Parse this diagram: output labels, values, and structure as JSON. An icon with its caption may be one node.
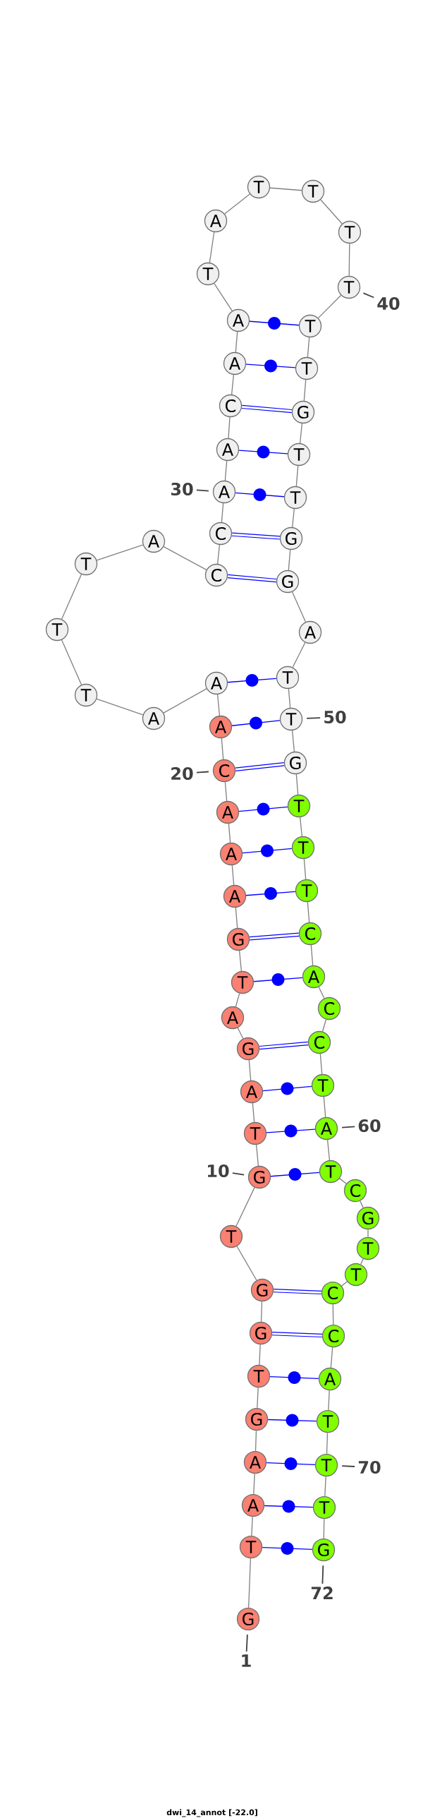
{
  "diagram": {
    "caption": "dwi_14_annot [-22.0]",
    "nodes": [
      {
        "text": [
          "G"
        ]
      },
      {
        "text": [
          "T"
        ]
      },
      {
        "text": [
          "A"
        ]
      },
      {
        "text": [
          "A"
        ]
      },
      {
        "text": [
          "G"
        ]
      },
      {
        "text": [
          "T"
        ]
      },
      {
        "text": [
          "G"
        ]
      },
      {
        "text": [
          "G"
        ]
      },
      {
        "text": [
          "T"
        ]
      },
      {
        "text": [
          "G"
        ]
      },
      {
        "text": [
          "T"
        ]
      },
      {
        "text": [
          "A"
        ]
      },
      {
        "text": [
          "G"
        ]
      },
      {
        "text": [
          "A"
        ]
      },
      {
        "text": [
          "T"
        ]
      },
      {
        "text": [
          "G"
        ]
      },
      {
        "text": [
          "A"
        ]
      },
      {
        "text": [
          "A"
        ]
      },
      {
        "text": [
          "A"
        ]
      },
      {
        "text": [
          "C"
        ]
      },
      {
        "text": [
          "A"
        ]
      },
      {
        "text": [
          "A"
        ]
      },
      {
        "text": [
          "A"
        ]
      },
      {
        "text": [
          "T"
        ]
      },
      {
        "text": [
          "T"
        ]
      },
      {
        "text": [
          "T"
        ]
      },
      {
        "text": [
          "A"
        ]
      },
      {
        "text": [
          "C"
        ]
      },
      {
        "text": [
          "C"
        ]
      },
      {
        "text": [
          "A"
        ]
      },
      {
        "text": [
          "A"
        ]
      },
      {
        "text": [
          "C"
        ]
      },
      {
        "text": [
          "A"
        ]
      },
      {
        "text": [
          "A"
        ]
      },
      {
        "text": [
          "T"
        ]
      },
      {
        "text": [
          "A"
        ]
      },
      {
        "text": [
          "T"
        ]
      },
      {
        "text": [
          "T"
        ]
      },
      {
        "text": [
          "T"
        ]
      },
      {
        "text": [
          "T"
        ]
      },
      {
        "text": [
          "T"
        ]
      },
      {
        "text": [
          "T"
        ]
      },
      {
        "text": [
          "G"
        ]
      },
      {
        "text": [
          "T"
        ]
      },
      {
        "text": [
          "T"
        ]
      },
      {
        "text": [
          "G"
        ]
      },
      {
        "text": [
          "G"
        ]
      },
      {
        "text": [
          "A"
        ]
      },
      {
        "text": [
          "T"
        ]
      },
      {
        "text": [
          "T"
        ]
      },
      {
        "text": [
          "G"
        ]
      },
      {
        "text": [
          "T"
        ]
      },
      {
        "text": [
          "T"
        ]
      },
      {
        "text": [
          "T"
        ]
      },
      {
        "text": [
          "C"
        ]
      },
      {
        "text": [
          "A"
        ]
      },
      {
        "text": [
          "C"
        ]
      },
      {
        "text": [
          "C"
        ]
      },
      {
        "text": [
          "T"
        ]
      },
      {
        "text": [
          "A"
        ]
      },
      {
        "text": [
          "T"
        ]
      },
      {
        "text": [
          "C"
        ]
      },
      {
        "text": [
          "G"
        ]
      },
      {
        "text": [
          "T"
        ]
      },
      {
        "text": [
          "T"
        ]
      },
      {
        "text": [
          "C"
        ]
      },
      {
        "text": [
          "C"
        ]
      },
      {
        "text": [
          "A"
        ]
      },
      {
        "text": [
          "T"
        ]
      },
      {
        "text": [
          "T"
        ]
      },
      {
        "text": [
          "T"
        ]
      },
      {
        "text": [
          "G"
        ]
      },
      {
        "text": [
          "1"
        ]
      },
      {
        "text": [
          "10"
        ]
      },
      {
        "text": [
          "20"
        ]
      },
      {
        "text": [
          "30"
        ]
      },
      {
        "text": [
          "40"
        ]
      },
      {
        "text": [
          "50"
        ]
      },
      {
        "text": [
          "60"
        ]
      },
      {
        "text": [
          "70"
        ]
      },
      {
        "text": [
          "72"
        ]
      }
    ],
    "edges": [
      {
        "from": 0,
        "to": 1,
        "arrow": "none"
      },
      {
        "from": 1,
        "to": 2,
        "arrow": "none"
      },
      {
        "from": 2,
        "to": 3,
        "arrow": "none"
      },
      {
        "from": 3,
        "to": 4,
        "arrow": "none"
      },
      {
        "from": 4,
        "to": 5,
        "arrow": "none"
      },
      {
        "from": 5,
        "to": 6,
        "arrow": "none"
      },
      {
        "from": 6,
        "to": 7,
        "arrow": "none"
      },
      {
        "from": 7,
        "to": 8,
        "arrow": "none"
      },
      {
        "from": 8,
        "to": 9,
        "arrow": "none"
      },
      {
        "from": 9,
        "to": 10,
        "arrow": "none"
      },
      {
        "from": 10,
        "to": 11,
        "arrow": "none"
      },
      {
        "from": 11,
        "to": 12,
        "arrow": "none"
      },
      {
        "from": 12,
        "to": 13,
        "arrow": "none"
      },
      {
        "from": 13,
        "to": 14,
        "arrow": "none"
      },
      {
        "from": 14,
        "to": 15,
        "arrow": "none"
      },
      {
        "from": 15,
        "to": 16,
        "arrow": "none"
      },
      {
        "from": 16,
        "to": 17,
        "arrow": "none"
      },
      {
        "from": 17,
        "to": 18,
        "arrow": "none"
      },
      {
        "from": 18,
        "to": 19,
        "arrow": "none"
      },
      {
        "from": 19,
        "to": 20,
        "arrow": "none"
      },
      {
        "from": 20,
        "to": 21,
        "arrow": "none"
      },
      {
        "from": 21,
        "to": 22,
        "arrow": "none"
      },
      {
        "from": 22,
        "to": 23,
        "arrow": "none"
      },
      {
        "from": 23,
        "to": 24,
        "arrow": "none"
      },
      {
        "from": 24,
        "to": 25,
        "arrow": "none"
      },
      {
        "from": 25,
        "to": 26,
        "arrow": "none"
      },
      {
        "from": 26,
        "to": 27,
        "arrow": "none"
      },
      {
        "from": 27,
        "to": 28,
        "arrow": "none"
      },
      {
        "from": 28,
        "to": 29,
        "arrow": "none"
      },
      {
        "from": 29,
        "to": 30,
        "arrow": "none"
      },
      {
        "from": 30,
        "to": 31,
        "arrow": "none"
      },
      {
        "from": 31,
        "to": 32,
        "arrow": "none"
      },
      {
        "from": 32,
        "to": 33,
        "arrow": "none"
      },
      {
        "from": 33,
        "to": 34,
        "arrow": "none"
      },
      {
        "from": 34,
        "to": 35,
        "arrow": "none"
      },
      {
        "from": 35,
        "to": 36,
        "arrow": "none"
      },
      {
        "from": 36,
        "to": 37,
        "arrow": "none"
      },
      {
        "from": 37,
        "to": 38,
        "arrow": "none"
      },
      {
        "from": 38,
        "to": 39,
        "arrow": "none"
      },
      {
        "from": 39,
        "to": 40,
        "arrow": "none"
      },
      {
        "from": 40,
        "to": 41,
        "arrow": "none"
      },
      {
        "from": 41,
        "to": 42,
        "arrow": "none"
      },
      {
        "from": 42,
        "to": 43,
        "arrow": "none"
      },
      {
        "from": 43,
        "to": 44,
        "arrow": "none"
      },
      {
        "from": 44,
        "to": 45,
        "arrow": "none"
      },
      {
        "from": 45,
        "to": 46,
        "arrow": "none"
      },
      {
        "from": 46,
        "to": 47,
        "arrow": "none"
      },
      {
        "from": 47,
        "to": 48,
        "arrow": "none"
      },
      {
        "from": 48,
        "to": 49,
        "arrow": "none"
      },
      {
        "from": 49,
        "to": 50,
        "arrow": "none"
      },
      {
        "from": 50,
        "to": 51,
        "arrow": "none"
      },
      {
        "from": 51,
        "to": 52,
        "arrow": "none"
      },
      {
        "from": 52,
        "to": 53,
        "arrow": "none"
      },
      {
        "from": 53,
        "to": 54,
        "arrow": "none"
      },
      {
        "from": 54,
        "to": 55,
        "arrow": "none"
      },
      {
        "from": 55,
        "to": 56,
        "arrow": "none"
      },
      {
        "from": 56,
        "to": 57,
        "arrow": "none"
      },
      {
        "from": 57,
        "to": 58,
        "arrow": "none"
      },
      {
        "from": 58,
        "to": 59,
        "arrow": "none"
      },
      {
        "from": 59,
        "to": 60,
        "arrow": "none"
      },
      {
        "from": 60,
        "to": 61,
        "arrow": "none"
      },
      {
        "from": 61,
        "to": 62,
        "arrow": "none"
      },
      {
        "from": 62,
        "to": 63,
        "arrow": "none"
      },
      {
        "from": 63,
        "to": 64,
        "arrow": "none"
      },
      {
        "from": 64,
        "to": 65,
        "arrow": "none"
      },
      {
        "from": 65,
        "to": 66,
        "arrow": "none"
      },
      {
        "from": 66,
        "to": 67,
        "arrow": "none"
      },
      {
        "from": 67,
        "to": 68,
        "arrow": "none"
      },
      {
        "from": 68,
        "to": 69,
        "arrow": "none"
      },
      {
        "from": 69,
        "to": 70,
        "arrow": "none"
      },
      {
        "from": 70,
        "to": 71,
        "arrow": "none"
      },
      {
        "from": 1,
        "to": 71,
        "arrow": "none",
        "color": "#0000ff"
      },
      {
        "from": 2,
        "to": 70,
        "arrow": "none",
        "color": "#0000ff"
      },
      {
        "from": 3,
        "to": 69,
        "arrow": "none",
        "color": "#0000ff"
      },
      {
        "from": 4,
        "to": 68,
        "arrow": "none",
        "color": "#0000ff"
      },
      {
        "from": 5,
        "to": 67,
        "arrow": "none",
        "color": "#0000ff"
      },
      {
        "from": 6,
        "to": 66,
        "arrow": "none",
        "color": "#0000ff",
        "style": "thick"
      },
      {
        "from": 7,
        "to": 65,
        "arrow": "none",
        "color": "#0000ff",
        "style": "thick"
      },
      {
        "from": 9,
        "to": 60,
        "arrow": "none",
        "color": "#0000ff"
      },
      {
        "from": 10,
        "to": 59,
        "arrow": "none",
        "color": "#0000ff"
      },
      {
        "from": 11,
        "to": 58,
        "arrow": "none",
        "color": "#0000ff"
      },
      {
        "from": 12,
        "to": 57,
        "arrow": "none",
        "color": "#0000ff",
        "style": "thick"
      },
      {
        "from": 14,
        "to": 55,
        "arrow": "none",
        "color": "#0000ff"
      },
      {
        "from": 15,
        "to": 54,
        "arrow": "none",
        "color": "#0000ff",
        "style": "thick"
      },
      {
        "from": 16,
        "to": 53,
        "arrow": "none",
        "color": "#0000ff"
      },
      {
        "from": 17,
        "to": 52,
        "arrow": "none",
        "color": "#0000ff"
      },
      {
        "from": 18,
        "to": 51,
        "arrow": "none",
        "color": "#0000ff"
      },
      {
        "from": 19,
        "to": 50,
        "arrow": "none",
        "color": "#0000ff",
        "style": "thick"
      },
      {
        "from": 20,
        "to": 49,
        "arrow": "none",
        "color": "#0000ff"
      },
      {
        "from": 21,
        "to": 48,
        "arrow": "none",
        "color": "#0000ff"
      },
      {
        "from": 27,
        "to": 46,
        "arrow": "none",
        "color": "#0000ff",
        "style": "thick"
      },
      {
        "from": 28,
        "to": 45,
        "arrow": "none",
        "color": "#0000ff",
        "style": "thick"
      },
      {
        "from": 29,
        "to": 44,
        "arrow": "none",
        "color": "#0000ff"
      },
      {
        "from": 30,
        "to": 43,
        "arrow": "none",
        "color": "#0000ff"
      },
      {
        "from": 31,
        "to": 42,
        "arrow": "none",
        "color": "#0000ff",
        "style": "thick"
      },
      {
        "from": 32,
        "to": 41,
        "arrow": "none",
        "color": "#0000ff"
      },
      {
        "from": 33,
        "to": 40,
        "arrow": "none",
        "color": "#0000ff"
      },
      {
        "from": 72,
        "to": 0,
        "arrow": "none"
      },
      {
        "from": 73,
        "to": 9,
        "arrow": "none"
      },
      {
        "from": 74,
        "to": 19,
        "arrow": "none"
      },
      {
        "from": 75,
        "to": 29,
        "arrow": "none"
      },
      {
        "from": 76,
        "to": 39,
        "arrow": "none"
      },
      {
        "from": 77,
        "to": 49,
        "arrow": "none"
      },
      {
        "from": 78,
        "to": 59,
        "arrow": "none"
      },
      {
        "from": 79,
        "to": 69,
        "arrow": "none"
      },
      {
        "from": 80,
        "to": 71,
        "arrow": "none"
      }
    ]
  }
}
